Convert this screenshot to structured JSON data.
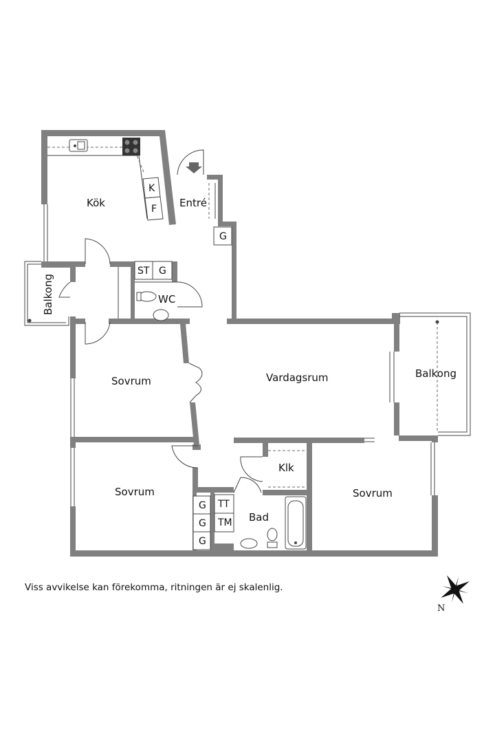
{
  "rooms": {
    "kok": "Kök",
    "entre": "Entré",
    "balkong_left": "Balkong",
    "wc": "WC",
    "sovrum_1": "Sovrum",
    "vardagsrum": "Vardagsrum",
    "balkong_right": "Balkong",
    "sovrum_2": "Sovrum",
    "klk": "Klk",
    "bad": "Bad",
    "sovrum_3": "Sovrum"
  },
  "fixtures": {
    "k": "K",
    "f": "F",
    "g_entre": "G",
    "st": "ST",
    "g_hall": "G",
    "g1": "G",
    "g2": "G",
    "g3": "G",
    "tt": "TT",
    "tm": "TM"
  },
  "disclaimer": "Viss avvikelse kan förekomma, ritningen är ej skalenlig.",
  "compass": {
    "label": "N"
  },
  "colors": {
    "wall": "#808080",
    "line": "#444444",
    "text": "#111111"
  }
}
